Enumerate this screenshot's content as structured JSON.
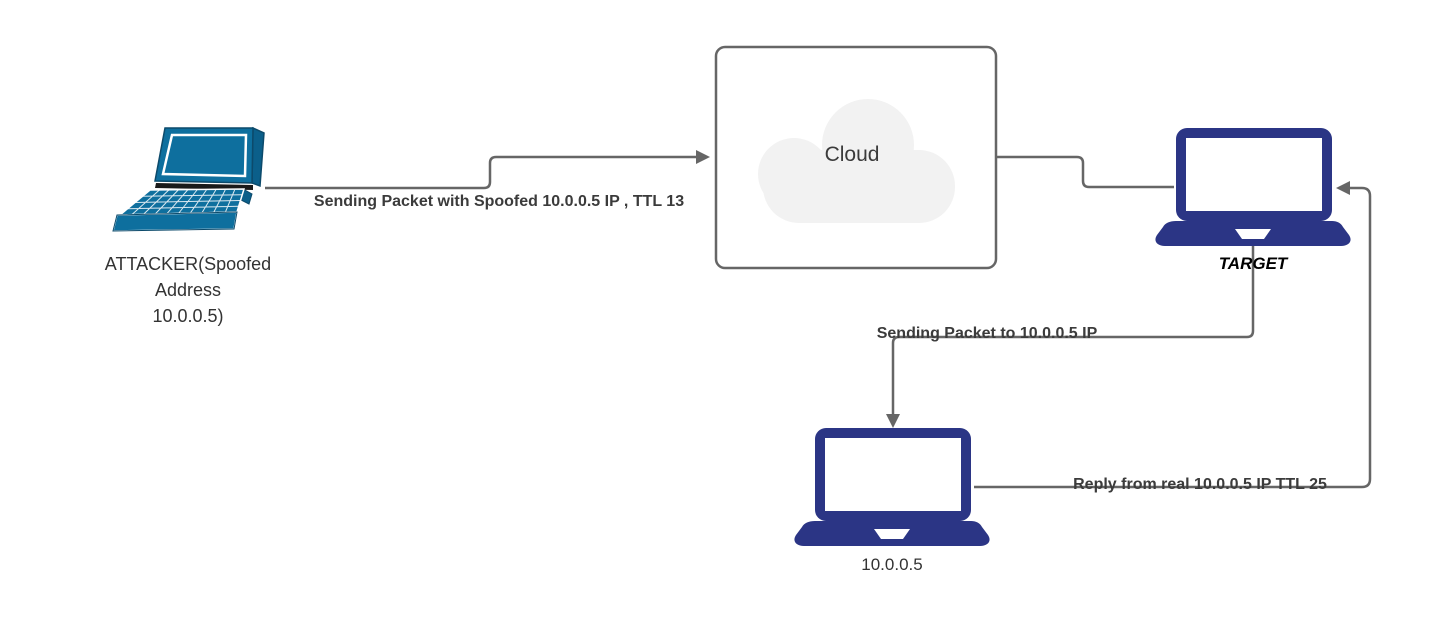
{
  "colors": {
    "connector": "#666666",
    "box_border": "#666666",
    "box_fill": "#ffffff",
    "cloud_fill": "#f2f2f2",
    "attacker_laptop": "#0e6f9e",
    "attacker_laptop_side": "#0b5f8a",
    "attacker_hinge": "#1a1a1a",
    "laptop_navy": "#2b3585"
  },
  "icons": {
    "attacker": "perspective-laptop-icon",
    "cloud": "cloud-icon",
    "target": "front-laptop-icon",
    "real_host": "front-laptop-icon"
  },
  "nodes": {
    "attacker": {
      "label_line1": "ATTACKER(Spoofed",
      "label_line2": "Address",
      "label_line3": "10.0.0.5)"
    },
    "cloud": {
      "label": "Cloud"
    },
    "target": {
      "label": "TARGET"
    },
    "real_host": {
      "label": "10.0.0.5"
    }
  },
  "edges": {
    "attacker_to_cloud": {
      "label": "Sending Packet with Spoofed 10.0.0.5 IP , TTL 13"
    },
    "target_to_real_host": {
      "label": "Sending Packet to 10.0.0.5 IP"
    },
    "real_host_to_target": {
      "label": "Reply from real 10.0.0.5 IP TTL 25"
    }
  }
}
